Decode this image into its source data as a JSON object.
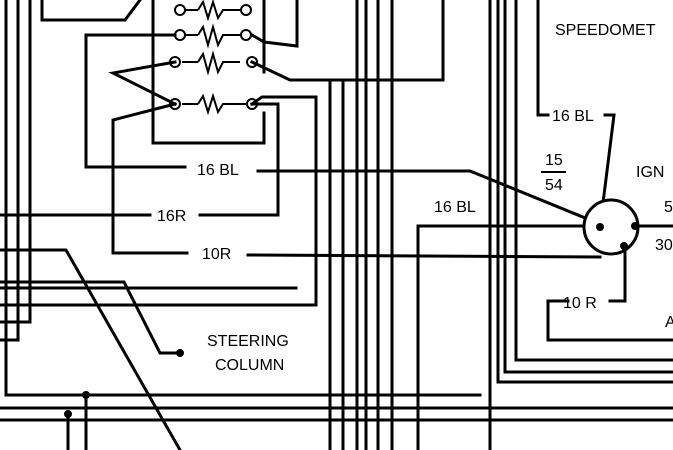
{
  "labels": {
    "speedometer": "SPEEDOMET",
    "ign": "IGN",
    "wire_16bl_right": "16 BL",
    "wire_16bl_center": "16 BL",
    "wire_16bl_mid": "16 BL",
    "wire_16r": "16R",
    "wire_10r_left": "10R",
    "wire_10r_right": "10 R",
    "terminal_15": "15",
    "terminal_54": "54",
    "terminal_5": "5",
    "terminal_30": "30",
    "steering_line1": "STEERING",
    "steering_line2": "COLUMN",
    "edge_a": "A"
  }
}
